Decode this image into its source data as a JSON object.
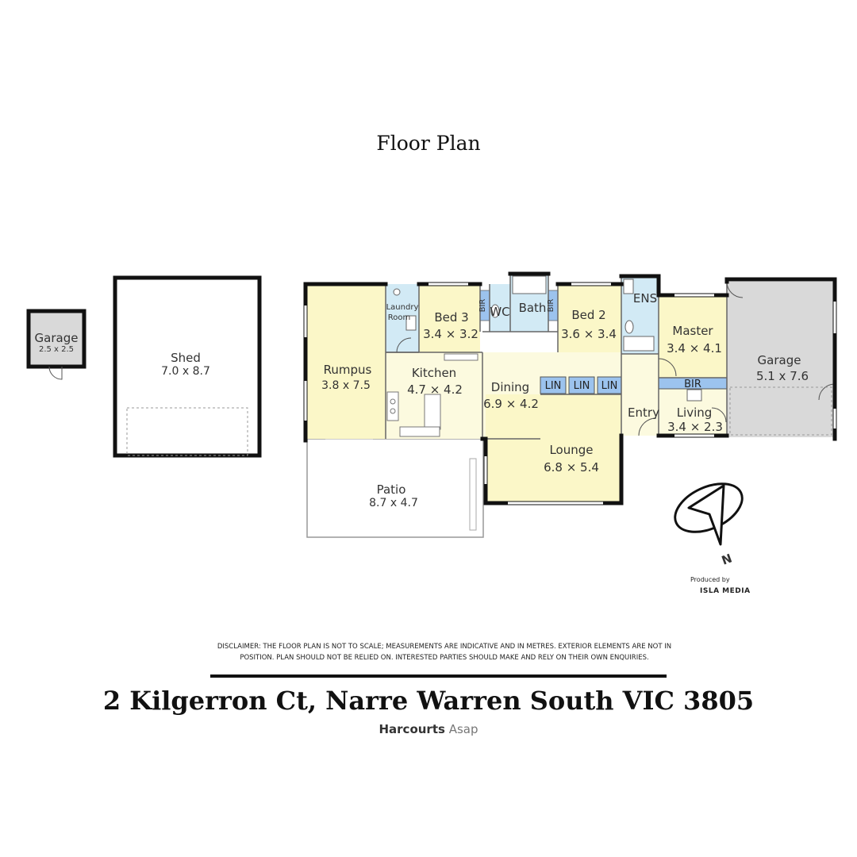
{
  "title": "Floor Plan",
  "rooms": {
    "garage_small": {
      "name": "Garage",
      "dims": "2.5 x 2.5"
    },
    "shed": {
      "name": "Shed",
      "dims": "7.0 x 8.7"
    },
    "rumpus": {
      "name": "Rumpus",
      "dims": "3.8 x 7.5"
    },
    "laundry": {
      "name_line1": "Laundry",
      "name_line2": "Room"
    },
    "bed3": {
      "name": "Bed 3",
      "dims": "3.4 × 3.2"
    },
    "wc": {
      "name": "WC"
    },
    "bath": {
      "name": "Bath"
    },
    "bed2": {
      "name": "Bed 2",
      "dims": "3.6 × 3.4"
    },
    "ens": {
      "name": "ENS"
    },
    "master": {
      "name": "Master",
      "dims": "3.4 × 4.1"
    },
    "garage_main": {
      "name": "Garage",
      "dims": "5.1 x 7.6"
    },
    "kitchen": {
      "name": "Kitchen",
      "dims": "4.7 × 4.2"
    },
    "dining": {
      "name": "Dining",
      "dims": "6.9 × 4.2"
    },
    "entry": {
      "name": "Entry"
    },
    "living": {
      "name": "Living",
      "dims": "3.4 × 2.3"
    },
    "lounge": {
      "name": "Lounge",
      "dims": "6.8 × 5.4"
    },
    "patio": {
      "name": "Patio",
      "dims": "8.7 x 4.7"
    },
    "bir": "BIR",
    "lin": "LIN"
  },
  "compass_label": "N",
  "produced_by": "Produced by",
  "producer": "ISLA MEDIA",
  "disclaimer_line1": "DISCLAIMER: THE FLOOR PLAN IS NOT TO SCALE; MEASUREMENTS ARE INDICATIVE AND IN METRES. EXTERIOR ELEMENTS ARE NOT IN",
  "disclaimer_line2": "POSITION. PLAN SHOULD NOT BE RELIED ON. INTERESTED PARTIES SHOULD MAKE AND RELY ON THEIR OWN ENQUIRIES.",
  "address": "2 Kilgerron Ct, Narre Warren South VIC 3805",
  "brand_name": "Harcourts",
  "brand_suffix": "Asap",
  "colors": {
    "yellow": "#fbf7c8",
    "yellow_light": "#fcfadf",
    "blue": "#d2eaf5",
    "lin_blue": "#9cc3ee",
    "grey": "#d9d9d9",
    "wall": "#111111"
  }
}
